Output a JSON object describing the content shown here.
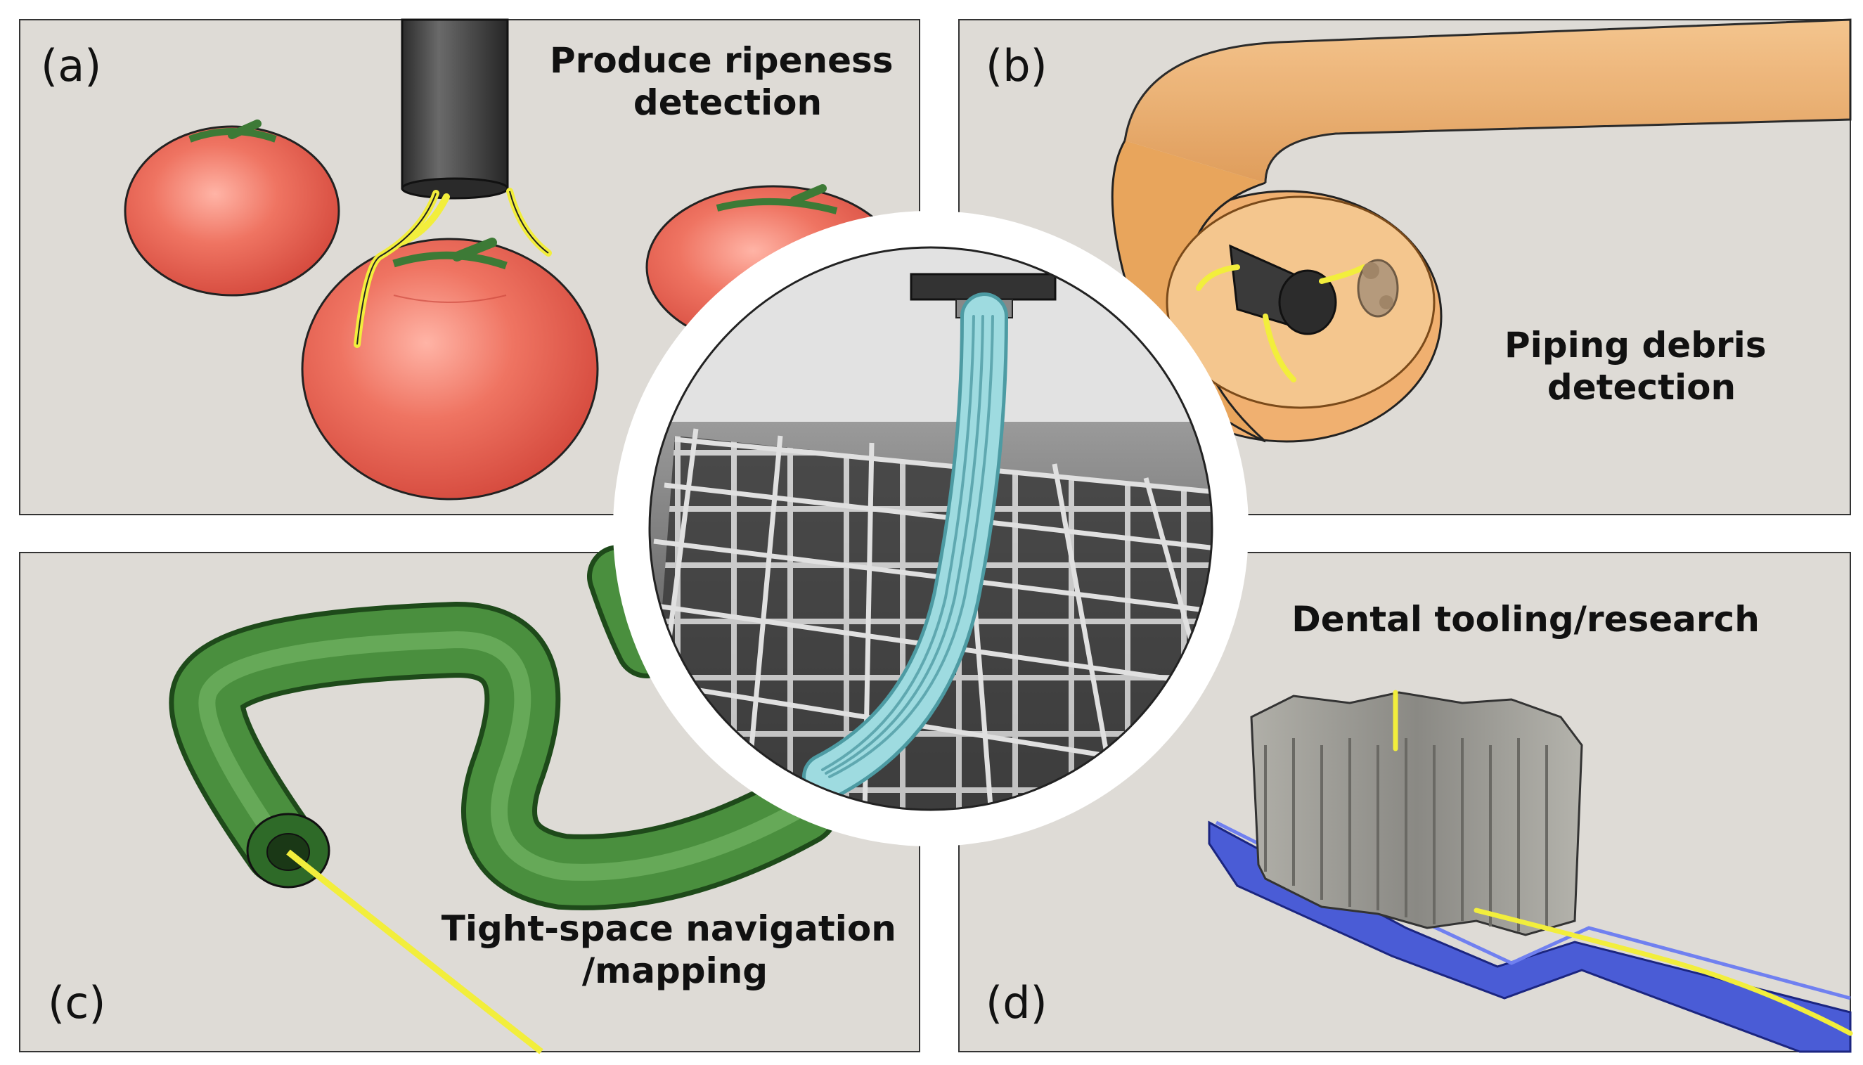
{
  "panels": {
    "a": {
      "letter": "(a)",
      "caption_lines": [
        "Produce ripeness",
        "detection"
      ]
    },
    "b": {
      "letter": "(b)",
      "caption_lines": [
        "Piping debris",
        "detection"
      ]
    },
    "c": {
      "letter": "(c)",
      "caption_lines": [
        "Tight-space navigation",
        "/mapping"
      ]
    },
    "d": {
      "letter": "(d)",
      "caption_lines": [
        "Dental tooling/research"
      ]
    }
  },
  "colors": {
    "panel_bg": "#dedbd6",
    "tomato": "#ec6a5a",
    "stem": "#3d7a36",
    "sensor_yellow": "#f2ee3c",
    "probe_body": "#3a3a3a",
    "pipe_orange": "#f0b070",
    "tube_green": "#4a8f3e",
    "toothbrush_blue": "#4a5cd6",
    "bristles": "#9a9a94",
    "center_fiber": "#9edbe0",
    "center_grid_floor": "#555555"
  }
}
